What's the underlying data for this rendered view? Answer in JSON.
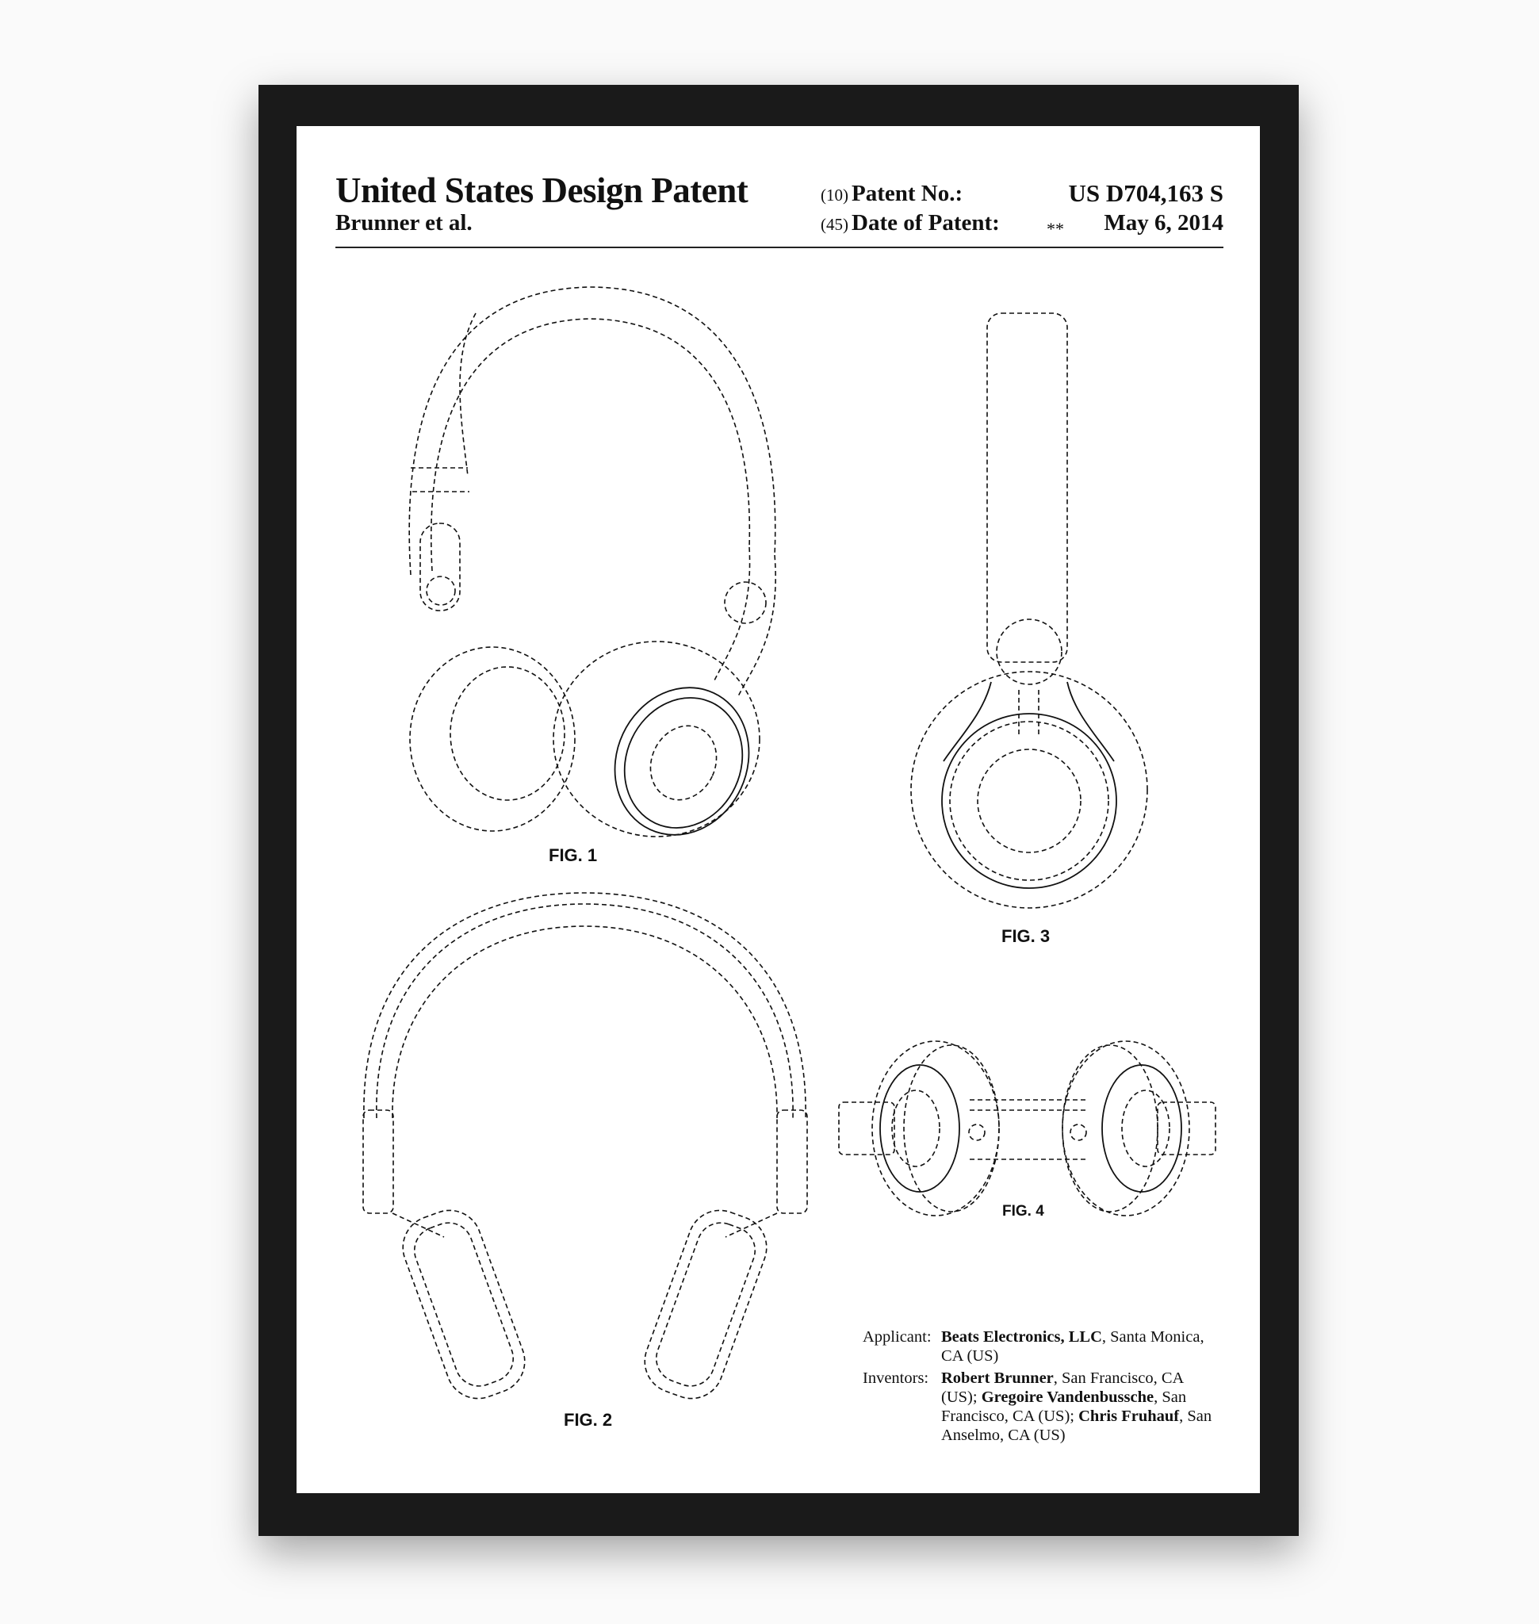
{
  "header": {
    "title": "United States Design Patent",
    "inventor_short": "Brunner et al.",
    "patent_no_code": "(10)",
    "patent_no_label": "Patent No.:",
    "patent_no_value": "US D704,163 S",
    "date_code": "(45)",
    "date_label": "Date of Patent:",
    "date_marker": "**",
    "date_value": "May 6, 2014"
  },
  "figures": {
    "fig1": "FIG. 1",
    "fig2": "FIG. 2",
    "fig3": "FIG. 3",
    "fig4": "FIG. 4"
  },
  "info": {
    "applicant_label": "Applicant:",
    "applicant_name": "Beats Electronics, LLC",
    "applicant_loc": ", Santa Monica, CA (US)",
    "inventors_label": "Inventors:",
    "inventor1_name": "Robert Brunner",
    "inventor1_loc": ", San Francisco, CA (US); ",
    "inventor2_name": "Gregoire Vandenbussche",
    "inventor2_loc": ", San Francisco, CA (US); ",
    "inventor3_name": "Chris Fruhauf",
    "inventor3_loc": ", San Anselmo, CA (US)"
  }
}
